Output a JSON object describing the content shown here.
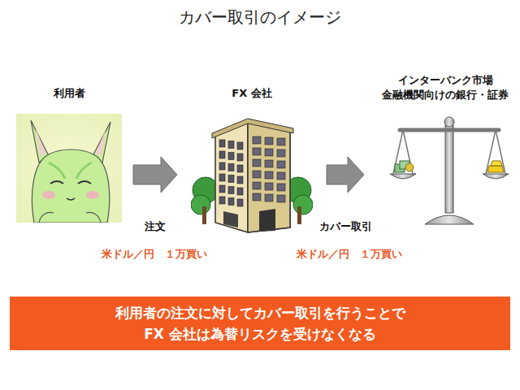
{
  "diagram": {
    "title": "カバー取引のイメージ",
    "nodes": [
      {
        "text": [
          "利用者"
        ]
      },
      {
        "text": [
          "FX 会社"
        ]
      },
      {
        "text": [
          "インターバンク市場",
          "金融機関向けの銀行・証券"
        ]
      },
      {
        "text": [
          "利用者の注文に対してカバー取引を行うことで FX 会社は為替リスクを受けなくなる"
        ]
      }
    ],
    "edges": [
      {
        "from": 0,
        "to": 1,
        "arrow": "to",
        "label": "注文"
      },
      {
        "from": 1,
        "to": 2,
        "arrow": "to",
        "label": "カバー取引"
      }
    ],
    "labels": [
      "米ドル／円　１万買い",
      "米ドル／円　１万買い"
    ]
  }
}
